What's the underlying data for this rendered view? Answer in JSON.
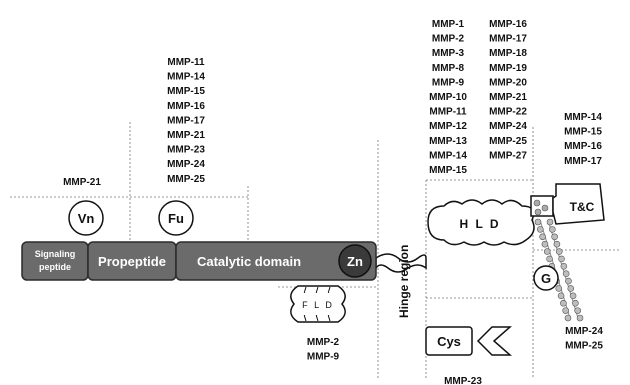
{
  "domains": {
    "signal": [
      "Signaling",
      "peptide"
    ],
    "propeptide": "Propeptide",
    "catalytic": "Catalytic domain",
    "zn": "Zn",
    "hinge": "Hinge region",
    "hld": "H L D",
    "fld": "F L D",
    "vn": "Vn",
    "fu": "Fu",
    "tc": "T&C",
    "g": "G",
    "cys": "Cys"
  },
  "labels": {
    "vn_group": [
      "MMP-21"
    ],
    "fu_group": [
      "MMP-11",
      "MMP-14",
      "MMP-15",
      "MMP-16",
      "MMP-17",
      "MMP-21",
      "MMP-23",
      "MMP-24",
      "MMP-25"
    ],
    "hld_group_left": [
      "MMP-1",
      "MMP-2",
      "MMP-3",
      "MMP-8",
      "MMP-9",
      "MMP-10",
      "MMP-11",
      "MMP-12",
      "MMP-13",
      "MMP-14",
      "MMP-15"
    ],
    "hld_group_right": [
      "MMP-16",
      "MMP-17",
      "MMP-18",
      "MMP-19",
      "MMP-20",
      "MMP-21",
      "MMP-22",
      "MMP-24",
      "MMP-25",
      "MMP-27"
    ],
    "tc_group": [
      "MMP-14",
      "MMP-15",
      "MMP-16",
      "MMP-17"
    ],
    "fld_group": [
      "MMP-2",
      "MMP-9"
    ],
    "g_group": [
      "MMP-24",
      "MMP-25"
    ],
    "cys_group": [
      "MMP-23"
    ]
  },
  "colors": {
    "domain_fill": "#6b6b6b",
    "domain_stroke": "#2b2b2b",
    "zn_fill": "#3a3a3a",
    "outline": "#111111"
  }
}
